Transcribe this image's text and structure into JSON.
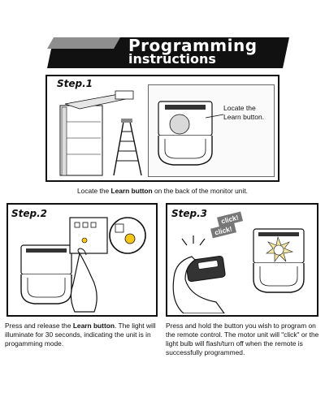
{
  "header": {
    "title": "Programming",
    "subtitle": "instructions"
  },
  "step1": {
    "tag": "Step.1",
    "callout": "Locate the Learn button.",
    "caption_pre": "Locate the ",
    "caption_bold": "Learn button",
    "caption_post": " on the back of the monitor unit."
  },
  "step2": {
    "tag": "Step.2",
    "caption_pre": "Press and release the ",
    "caption_bold": "Learn button",
    "caption_post": ". The light will illuminate for 30 seconds, indicating the unit is in progamming mode."
  },
  "step3": {
    "tag": "Step.3",
    "click_label_1": "click!",
    "click_label_2": "click!",
    "caption": "Press and hold the button you wish to program on the remote control. The motor unit will \"click\" or the light bulb will flash/turn off when the remote is successfully programmed."
  },
  "colors": {
    "banner": "#111111",
    "led": "#f5c518",
    "panel_border": "#111111"
  }
}
